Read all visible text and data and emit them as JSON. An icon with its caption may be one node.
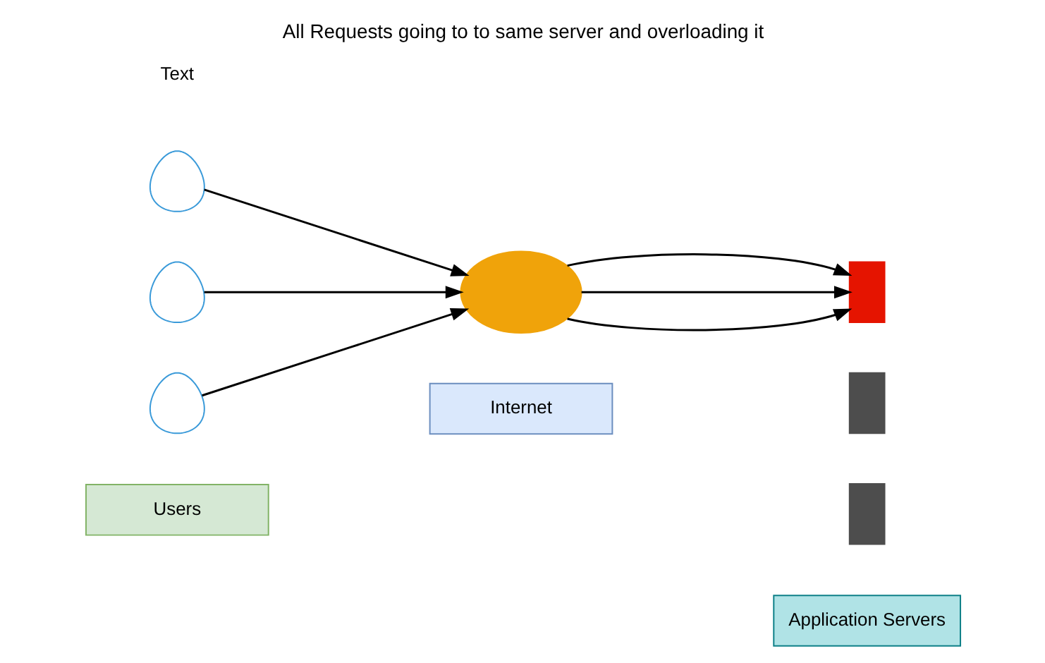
{
  "diagram": {
    "title": "All Requests going to to same server and overloading it",
    "nodes": [
      {
        "text": [],
        "shape": "person"
      },
      {
        "text": [],
        "shape": "person"
      },
      {
        "text": [],
        "shape": "person"
      },
      {
        "text": [],
        "shape": "cloud"
      },
      {
        "text": [],
        "shape": "box"
      },
      {
        "text": [],
        "shape": "box"
      },
      {
        "text": [],
        "shape": "box"
      },
      {
        "text": [
          "Users"
        ]
      },
      {
        "text": [
          "Internet"
        ]
      },
      {
        "text": [
          "Application Servers"
        ]
      }
    ],
    "edges": [
      {
        "from": 0,
        "to": 3,
        "arrow": "to"
      },
      {
        "from": 1,
        "to": 3,
        "arrow": "to"
      },
      {
        "from": 2,
        "to": 3,
        "arrow": "to"
      },
      {
        "from": 3,
        "to": 4,
        "arrow": "to"
      },
      {
        "from": 3,
        "to": 4,
        "arrow": "to"
      },
      {
        "from": 3,
        "to": 4,
        "arrow": "to"
      }
    ],
    "labels": [
      "Text"
    ]
  }
}
